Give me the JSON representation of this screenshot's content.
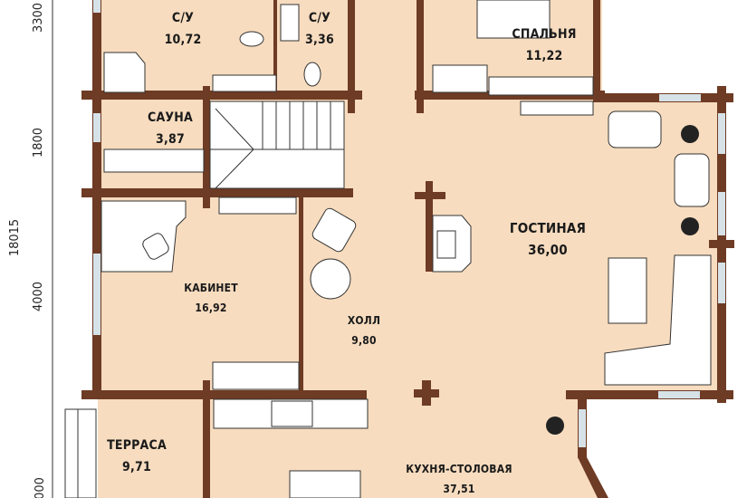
{
  "colors": {
    "floor": "#f7dcbf",
    "wall": "#6e3b24",
    "window": "#d6e2e8",
    "furniture": "#ffffff",
    "line": "#333333"
  },
  "dimensions": {
    "d1": "3300",
    "d2": "1800",
    "total": "18015",
    "d3": "4000",
    "d4": "000"
  },
  "rooms": [
    {
      "name": "С/У",
      "area": "10,72"
    },
    {
      "name": "С/У",
      "area": "3,36"
    },
    {
      "name": "СПАЛЬНЯ",
      "area": "11,22"
    },
    {
      "name": "САУНА",
      "area": "3,87"
    },
    {
      "name": "ГОСТИНАЯ",
      "area": "36,00"
    },
    {
      "name": "КАБИНЕТ",
      "area": "16,92"
    },
    {
      "name": "ХОЛЛ",
      "area": "9,80"
    },
    {
      "name": "ТЕРРАСА",
      "area": "9,71"
    },
    {
      "name": "КУХНЯ-СТОЛОВАЯ",
      "area": "37,51"
    }
  ]
}
